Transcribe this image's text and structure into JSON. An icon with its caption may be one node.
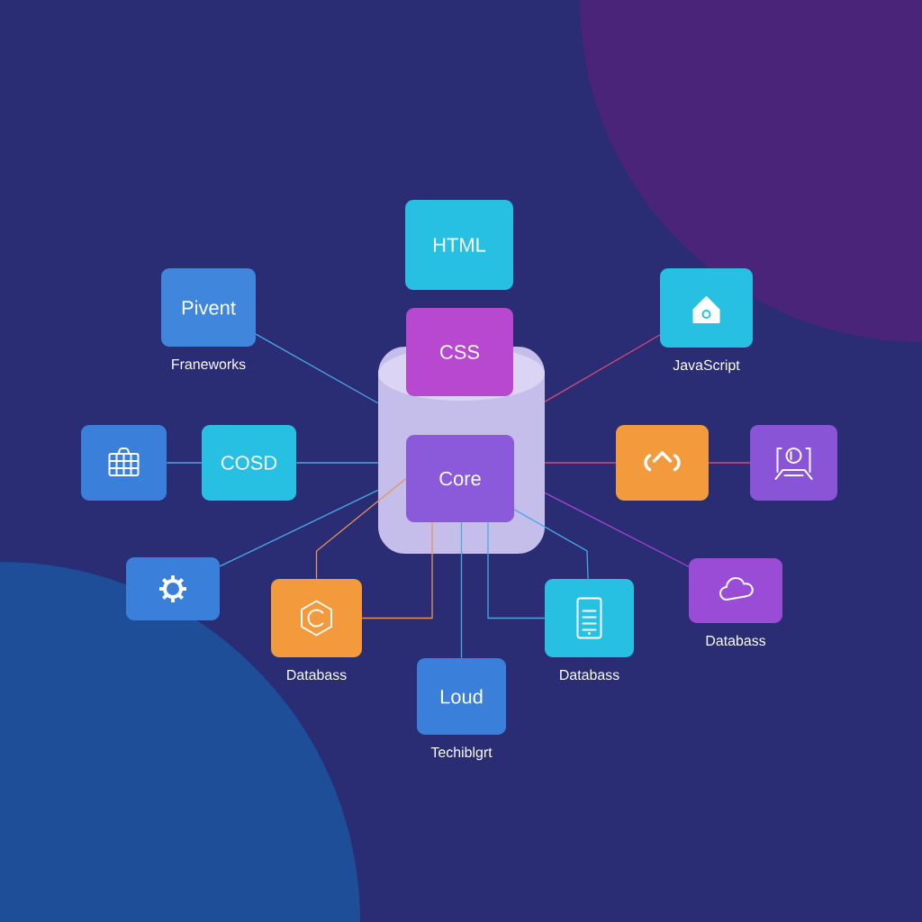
{
  "diagram": {
    "nodes": [
      {
        "text": [],
        "shape": "cylinder"
      },
      {
        "text": [
          "HTML"
        ]
      },
      {
        "text": [
          "CSS"
        ]
      },
      {
        "text": [
          "Core"
        ],
        "in": 0
      },
      {
        "text": [
          "Pivent"
        ],
        "beside": [
          "Franeworks"
        ]
      },
      {
        "text": [],
        "shape": "box",
        "beside": [
          "JavaScript"
        ]
      },
      {
        "text": [],
        "shape": "box"
      },
      {
        "text": [
          "COSD"
        ]
      },
      {
        "text": [],
        "shape": "box"
      },
      {
        "text": [],
        "shape": "box",
        "beside": [
          "Databass"
        ]
      },
      {
        "text": [
          "Loud"
        ],
        "beside": [
          "Techiblgrt"
        ]
      },
      {
        "text": [],
        "shape": "box",
        "beside": [
          "Databass"
        ]
      },
      {
        "text": [],
        "shape": "box"
      },
      {
        "text": [],
        "shape": "box"
      },
      {
        "text": [],
        "shape": "box",
        "beside": [
          "Databass"
        ]
      }
    ],
    "edges": [
      {
        "from": 4,
        "to": 0,
        "arrow": "none"
      },
      {
        "from": 6,
        "to": 7,
        "arrow": "none"
      },
      {
        "from": 7,
        "to": 0,
        "arrow": "none"
      },
      {
        "from": 8,
        "to": 0,
        "arrow": "none"
      },
      {
        "from": 9,
        "to": 3,
        "arrow": "none",
        "color": "#e8945a"
      },
      {
        "from": 9,
        "to": 3,
        "arrow": "none",
        "color": "#e8945a"
      },
      {
        "from": 10,
        "to": 3,
        "arrow": "none"
      },
      {
        "from": 11,
        "to": 3,
        "arrow": "none"
      },
      {
        "from": 11,
        "to": 3,
        "arrow": "none"
      },
      {
        "from": 5,
        "to": 0,
        "arrow": "none",
        "color": "#d84a78"
      },
      {
        "from": 0,
        "to": 12,
        "arrow": "none",
        "color": "#d84a78"
      },
      {
        "from": 12,
        "to": 13,
        "arrow": "none",
        "color": "#d84a78"
      },
      {
        "from": 0,
        "to": 14,
        "arrow": "none",
        "color": "#a848d8"
      }
    ]
  }
}
